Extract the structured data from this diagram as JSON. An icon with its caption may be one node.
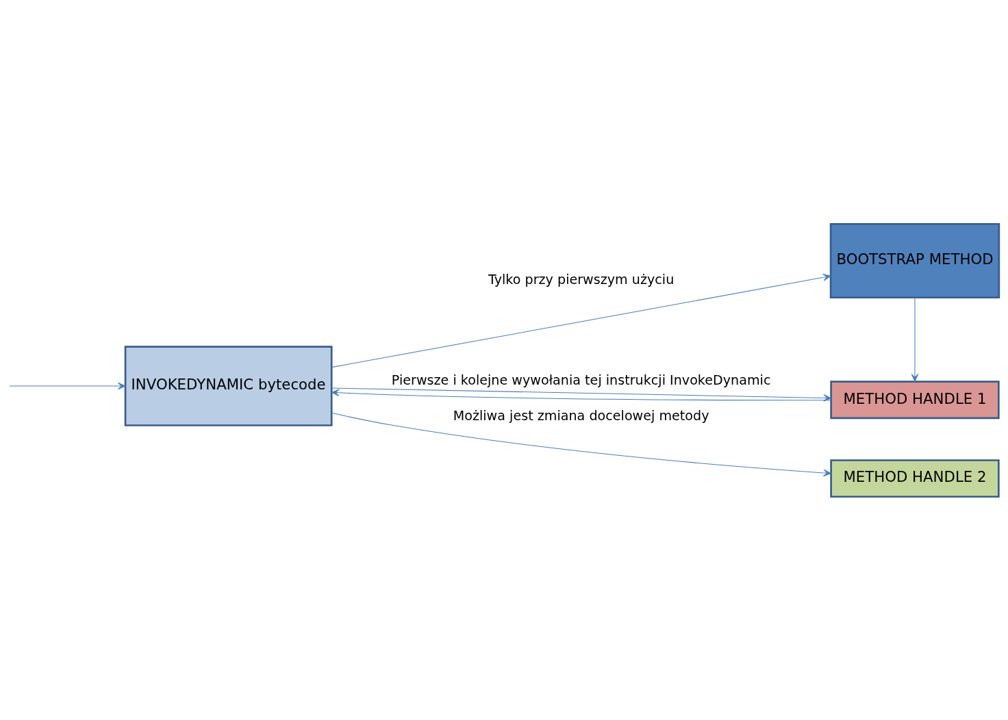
{
  "diagram": {
    "nodes": [
      {
        "text": [
          "INVOKEDYNAMIC bytecode"
        ]
      },
      {
        "text": [
          "BOOTSTRAP METHOD"
        ]
      },
      {
        "text": [
          "METHOD HANDLE 1"
        ]
      },
      {
        "text": [
          "METHOD HANDLE 2"
        ]
      }
    ],
    "edges": [
      {
        "from": null,
        "to": 0,
        "arrow": "to"
      },
      {
        "from": 0,
        "to": 1,
        "arrow": "to",
        "label": "Tylko przy pierwszym użyciu"
      },
      {
        "from": 1,
        "to": 2,
        "arrow": "to"
      },
      {
        "from": 2,
        "to": 0,
        "arrow": "to"
      },
      {
        "from": 0,
        "to": 2,
        "arrow": "to",
        "label": "Pierwsze i kolejne wywołania tej instrukcji InvokeDynamic"
      },
      {
        "from": 0,
        "to": 3,
        "arrow": "to",
        "label": "Możliwa jest zmiana docelowej metody"
      }
    ]
  }
}
